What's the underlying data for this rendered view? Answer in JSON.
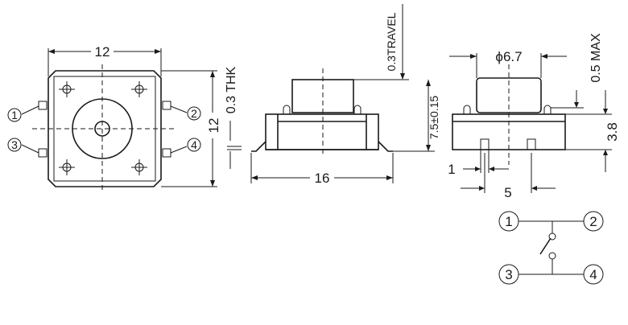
{
  "top_view": {
    "width_dim": "12",
    "height_dim": "12",
    "pins": [
      "1",
      "2",
      "3",
      "4"
    ]
  },
  "thickness_note": "0.3 THK",
  "side_view": {
    "travel_note": "0.3TRAVEL",
    "height_dim": "7.5±0.15",
    "width_dim": "16"
  },
  "end_view": {
    "diameter_dim": "ϕ6.7",
    "max_note": "0.5 MAX",
    "body_height_dim": "3.8",
    "pin_width_dim": "1",
    "pin_pitch_dim": "5"
  },
  "schematic": {
    "pins": [
      "1",
      "2",
      "3",
      "4"
    ]
  }
}
